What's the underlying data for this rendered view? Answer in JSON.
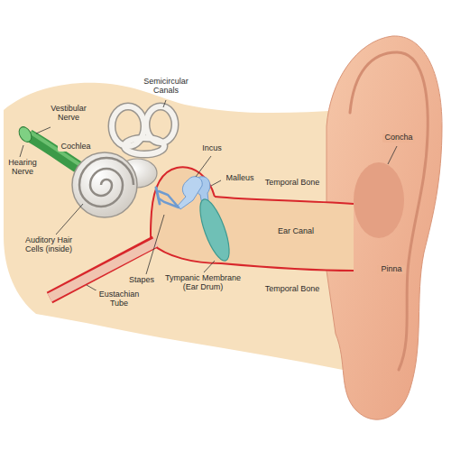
{
  "diagram": {
    "labels": [
      "Semicircular Canals",
      "Vestibular Nerve",
      "Incus",
      "Concha",
      "Hearing Nerve",
      "Cochlea",
      "Malleus",
      "Temporal Bone",
      "Ear Canal",
      "Auditory Hair Cells (inside)",
      "Tympanic Membrane (Ear Drum)",
      "Pinna",
      "Stapes",
      "Temporal Bone",
      "Eustachian Tube"
    ]
  }
}
